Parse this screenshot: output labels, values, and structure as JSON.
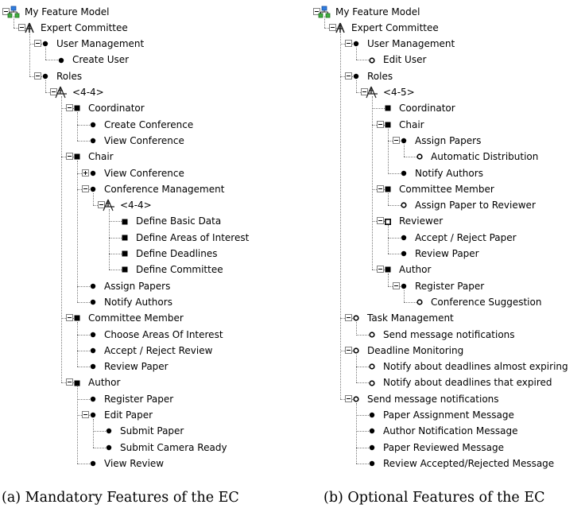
{
  "trees": [
    {
      "id": "a",
      "root": {
        "label": "My Feature Model",
        "kind": "model",
        "expanded": true,
        "children": [
          {
            "label": "Expert Committee",
            "kind": "concept",
            "expanded": true,
            "children": [
              {
                "label": "User Management",
                "kind": "mandatory",
                "expanded": true,
                "children": [
                  {
                    "label": "Create User",
                    "kind": "mandatory"
                  }
                ]
              },
              {
                "label": "Roles",
                "kind": "mandatory",
                "expanded": true,
                "children": [
                  {
                    "label": "<4-4>",
                    "kind": "group",
                    "expanded": true,
                    "children": [
                      {
                        "label": "Coordinator",
                        "kind": "groupfeature",
                        "expanded": true,
                        "children": [
                          {
                            "label": "Create Conference",
                            "kind": "mandatory"
                          },
                          {
                            "label": "View Conference",
                            "kind": "mandatory"
                          }
                        ]
                      },
                      {
                        "label": "Chair",
                        "kind": "groupfeature",
                        "expanded": true,
                        "children": [
                          {
                            "label": "View Conference",
                            "kind": "mandatory",
                            "expanded": false,
                            "collapsed_children": true
                          },
                          {
                            "label": "Conference Management",
                            "kind": "mandatory",
                            "expanded": true,
                            "children": [
                              {
                                "label": "<4-4>",
                                "kind": "group",
                                "expanded": true,
                                "children": [
                                  {
                                    "label": "Define Basic Data",
                                    "kind": "groupfeature"
                                  },
                                  {
                                    "label": "Define Areas of Interest",
                                    "kind": "groupfeature"
                                  },
                                  {
                                    "label": "Define Deadlines",
                                    "kind": "groupfeature"
                                  },
                                  {
                                    "label": "Define Committee",
                                    "kind": "groupfeature"
                                  }
                                ]
                              }
                            ]
                          },
                          {
                            "label": "Assign Papers",
                            "kind": "mandatory"
                          },
                          {
                            "label": "Notify Authors",
                            "kind": "mandatory"
                          }
                        ]
                      },
                      {
                        "label": "Committee Member",
                        "kind": "groupfeature",
                        "expanded": true,
                        "children": [
                          {
                            "label": "Choose Areas Of Interest",
                            "kind": "mandatory"
                          },
                          {
                            "label": "Accept / Reject Review",
                            "kind": "mandatory"
                          },
                          {
                            "label": "Review Paper",
                            "kind": "mandatory"
                          }
                        ]
                      },
                      {
                        "label": "Author",
                        "kind": "groupfeature",
                        "expanded": true,
                        "children": [
                          {
                            "label": "Register Paper",
                            "kind": "mandatory"
                          },
                          {
                            "label": "Edit Paper",
                            "kind": "mandatory",
                            "expanded": true,
                            "children": [
                              {
                                "label": "Submit Paper",
                                "kind": "mandatory"
                              },
                              {
                                "label": "Submit Camera Ready",
                                "kind": "mandatory"
                              }
                            ]
                          },
                          {
                            "label": "View Review",
                            "kind": "mandatory"
                          }
                        ]
                      }
                    ]
                  }
                ]
              }
            ]
          }
        ]
      }
    },
    {
      "id": "b",
      "root": {
        "label": "My Feature Model",
        "kind": "model",
        "expanded": true,
        "children": [
          {
            "label": "Expert Committee",
            "kind": "concept",
            "expanded": true,
            "children": [
              {
                "label": "User Management",
                "kind": "mandatory",
                "expanded": true,
                "children": [
                  {
                    "label": "Edit User",
                    "kind": "optional"
                  }
                ]
              },
              {
                "label": "Roles",
                "kind": "mandatory",
                "expanded": true,
                "children": [
                  {
                    "label": "<4-5>",
                    "kind": "group",
                    "expanded": true,
                    "children": [
                      {
                        "label": "Coordinator",
                        "kind": "groupfeature"
                      },
                      {
                        "label": "Chair",
                        "kind": "groupfeature",
                        "expanded": true,
                        "children": [
                          {
                            "label": "Assign Papers",
                            "kind": "mandatory",
                            "expanded": true,
                            "children": [
                              {
                                "label": "Automatic Distribution",
                                "kind": "optional"
                              }
                            ]
                          },
                          {
                            "label": "Notify Authors",
                            "kind": "mandatory"
                          }
                        ]
                      },
                      {
                        "label": "Committee Member",
                        "kind": "groupfeature",
                        "expanded": true,
                        "children": [
                          {
                            "label": "Assign Paper to Reviewer",
                            "kind": "optional"
                          }
                        ]
                      },
                      {
                        "label": "Reviewer",
                        "kind": "groupoptional",
                        "expanded": true,
                        "children": [
                          {
                            "label": "Accept / Reject Paper",
                            "kind": "mandatory"
                          },
                          {
                            "label": "Review Paper",
                            "kind": "mandatory"
                          }
                        ]
                      },
                      {
                        "label": "Author",
                        "kind": "groupfeature",
                        "expanded": true,
                        "children": [
                          {
                            "label": "Register Paper",
                            "kind": "mandatory",
                            "expanded": true,
                            "children": [
                              {
                                "label": "Conference Suggestion",
                                "kind": "optional"
                              }
                            ]
                          }
                        ]
                      }
                    ]
                  }
                ]
              },
              {
                "label": "Task Management",
                "kind": "optional",
                "expanded": true,
                "children": [
                  {
                    "label": "Send message notifications",
                    "kind": "optional"
                  }
                ]
              },
              {
                "label": "Deadline Monitoring",
                "kind": "optional",
                "expanded": true,
                "children": [
                  {
                    "label": "Notify about deadlines almost expiring",
                    "kind": "optional"
                  },
                  {
                    "label": "Notify about deadlines that expired",
                    "kind": "optional"
                  }
                ]
              },
              {
                "label": "Send message notifications",
                "kind": "optional",
                "expanded": true,
                "children": [
                  {
                    "label": "Paper Assignment Message",
                    "kind": "mandatory"
                  },
                  {
                    "label": "Author Notification Message",
                    "kind": "mandatory"
                  },
                  {
                    "label": "Paper Reviewed Message",
                    "kind": "mandatory"
                  },
                  {
                    "label": "Review Accepted/Rejected Message",
                    "kind": "mandatory"
                  }
                ]
              }
            ]
          }
        ]
      }
    }
  ],
  "captions": {
    "a": "(a) Mandatory Features of the EC",
    "b": "(b) Optional Features of the EC"
  }
}
